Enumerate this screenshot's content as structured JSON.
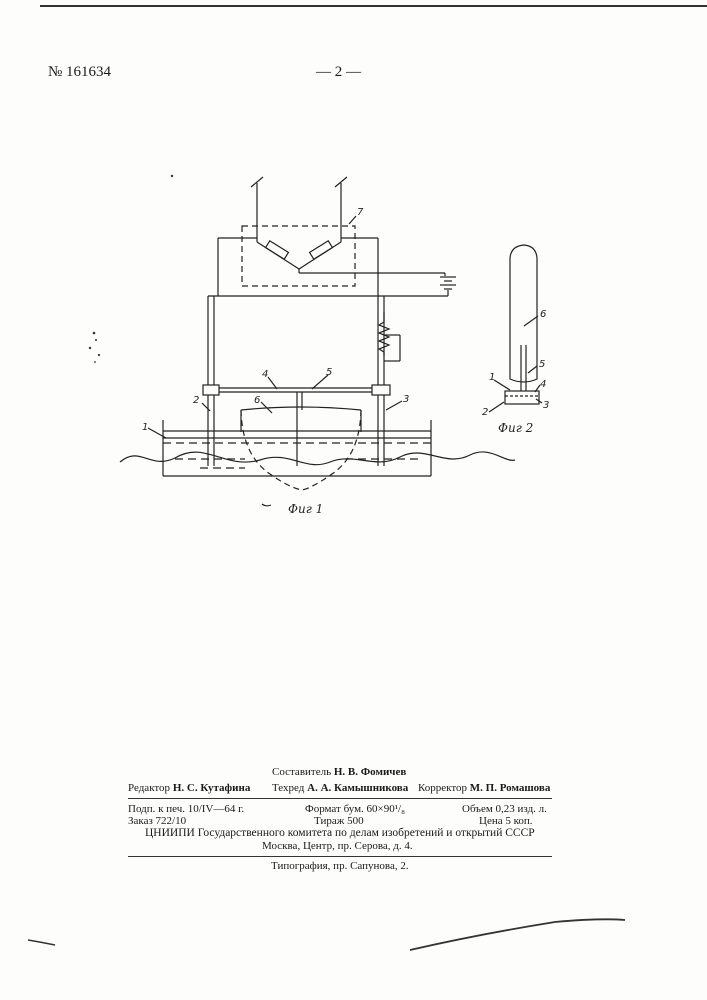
{
  "header": {
    "patent_number": "№ 161634",
    "page_marker": "— 2 —"
  },
  "figures": {
    "fig1": {
      "caption": "Фиг 1",
      "labels": [
        "1",
        "2",
        "3",
        "4",
        "5",
        "6",
        "7"
      ]
    },
    "fig2": {
      "caption": "Фиг 2",
      "labels": [
        "1",
        "2",
        "3",
        "4",
        "5",
        "6"
      ]
    }
  },
  "colophon": {
    "compiler_label": "Составитель",
    "compiler_name": "Н. В. Фомичев",
    "editor_label": "Редактор",
    "editor_name": "Н. С. Кутафина",
    "techred_label": "Техред",
    "techred_name": "А. А. Камышникова",
    "corrector_label": "Корректор",
    "corrector_name": "М. П. Ромашова",
    "signed": "Подп. к печ. 10/IV—64 г.",
    "format": "Формат бум. 60×90¹/₈",
    "volume": "Объем 0,23 изд. л.",
    "order": "Заказ 722/10",
    "print_run": "Тираж 500",
    "price": "Цена 5 коп.",
    "institute": "ЦНИИПИ Государственного комитета по делам изобретений и открытий СССР",
    "address": "Москва, Центр, пр. Серова, д. 4.",
    "typography": "Типография, пр. Сапунова, 2."
  }
}
